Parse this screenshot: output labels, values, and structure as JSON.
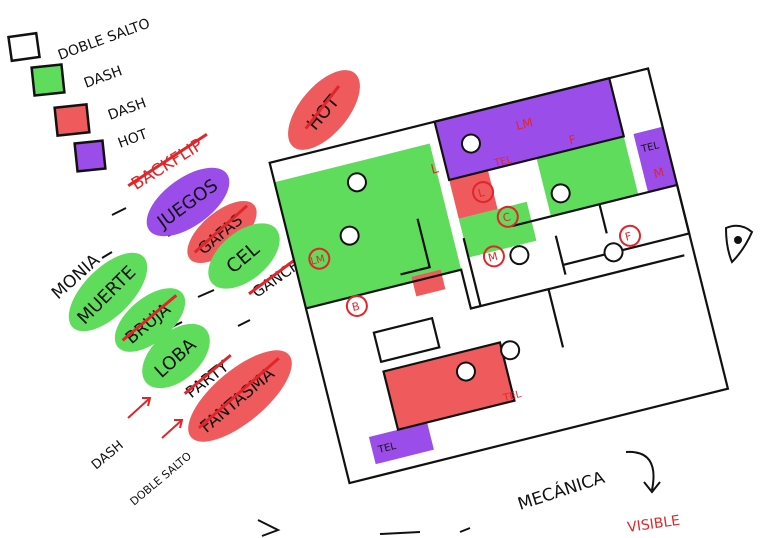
{
  "colors": {
    "green": "#5fdc5b",
    "red": "#ef5a5d",
    "purple": "#9b4dea",
    "ink": "#111111",
    "red_ink": "#e0262b",
    "white": "#ffffff"
  },
  "legend": [
    {
      "label": "DOBLE SALTO",
      "swatch": "white"
    },
    {
      "label": "DASH",
      "swatch": "green"
    },
    {
      "label": "DASH",
      "swatch": "red"
    },
    {
      "label": "HOT",
      "swatch": "purple"
    }
  ],
  "left_labels": {
    "monia": "MONIA",
    "dash": "DASH",
    "doble_salto": "DOBLE SALTO"
  },
  "blobs": [
    {
      "text": "BACKFLIP",
      "color": "none",
      "crossed": true
    },
    {
      "text": "JUEGOS",
      "color": "purple",
      "crossed": false
    },
    {
      "text": "GAFAS",
      "color": "red",
      "crossed": true
    },
    {
      "text": "CEL",
      "color": "green",
      "crossed": false
    },
    {
      "text": "GANCHO",
      "color": "none",
      "crossed": true
    },
    {
      "text": "MUERTE",
      "color": "green",
      "crossed": false
    },
    {
      "text": "BRUJA",
      "color": "green",
      "crossed": true
    },
    {
      "text": "LOBA",
      "color": "green",
      "crossed": false
    },
    {
      "text": "PARTY",
      "color": "none",
      "crossed": true
    },
    {
      "text": "FANTASMA",
      "color": "red",
      "crossed": true
    },
    {
      "text": "HOT",
      "color": "red",
      "crossed": true
    }
  ],
  "map_labels": {
    "lm": "LM",
    "l": "L",
    "tel": "TEL",
    "f": "F",
    "b": "B",
    "m": "M",
    "c": "C"
  },
  "notes": {
    "mecanica": "MECÁNICA",
    "visible": "VISIBLE"
  },
  "icons": [
    "skull-icon",
    "arrow-icon",
    "eye-icon"
  ]
}
